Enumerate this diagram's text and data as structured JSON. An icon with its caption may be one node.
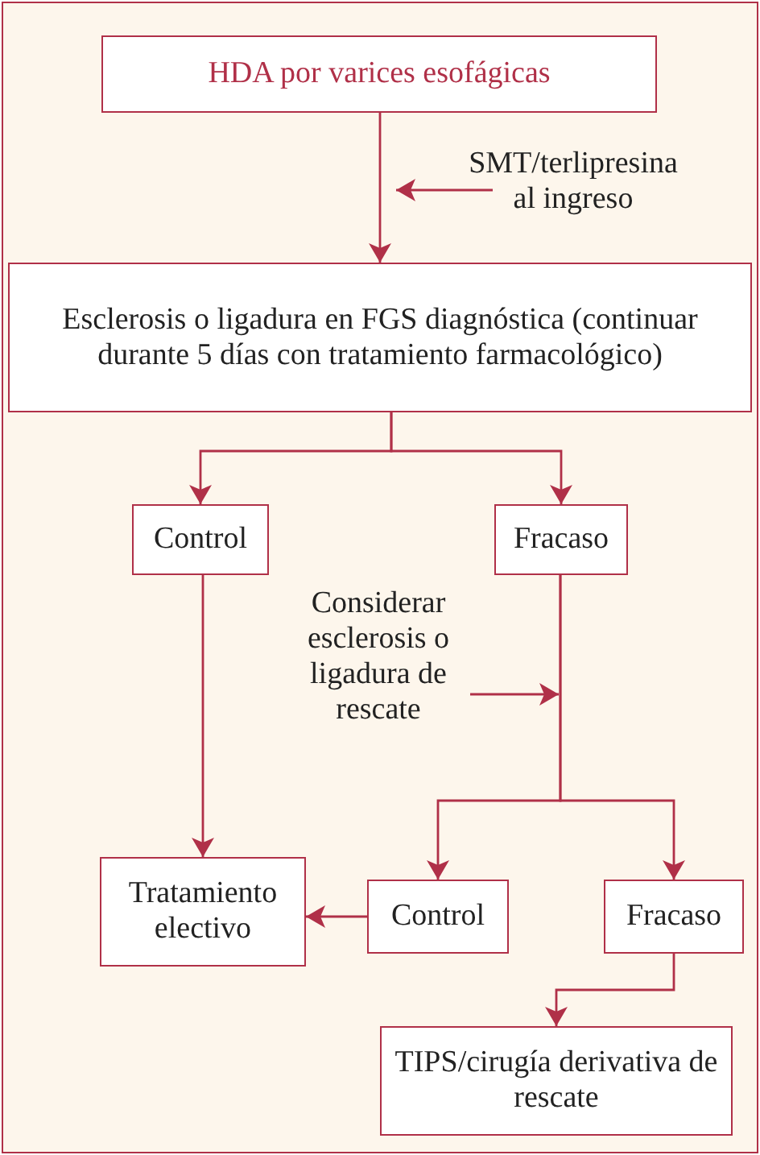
{
  "diagram": {
    "nodes": [
      {
        "text": [
          "HDA por varices esofágicas"
        ]
      },
      {
        "text": [
          "SMT/terlipresina al ingreso"
        ]
      },
      {
        "text": [
          "Esclerosis o ligadura en FGS diagnóstica (continuar durante 5 días con tratamiento farmacológico)"
        ]
      },
      {
        "text": [
          "Control"
        ]
      },
      {
        "text": [
          "Fracaso"
        ]
      },
      {
        "text": [
          "Considerar esclerosis o ligadura de rescate"
        ]
      },
      {
        "text": [
          "Tratamiento electivo"
        ]
      },
      {
        "text": [
          "Control"
        ]
      },
      {
        "text": [
          "Fracaso"
        ]
      },
      {
        "text": [
          "TIPS/cirugía derivativa de rescate"
        ]
      }
    ],
    "edges": [
      {
        "from": 0,
        "to": 2,
        "arrow": "to"
      },
      {
        "from": 1,
        "to": null,
        "arrow": "to"
      },
      {
        "from": 2,
        "to": 3,
        "arrow": "to"
      },
      {
        "from": 2,
        "to": 4,
        "arrow": "to"
      },
      {
        "from": 3,
        "to": 6,
        "arrow": "to"
      },
      {
        "from": 4,
        "to": 7,
        "arrow": "to"
      },
      {
        "from": 4,
        "to": 8,
        "arrow": "to"
      },
      {
        "from": 5,
        "to": null,
        "arrow": "to"
      },
      {
        "from": 7,
        "to": 6,
        "arrow": "to"
      },
      {
        "from": 8,
        "to": 9,
        "arrow": "to"
      }
    ]
  }
}
